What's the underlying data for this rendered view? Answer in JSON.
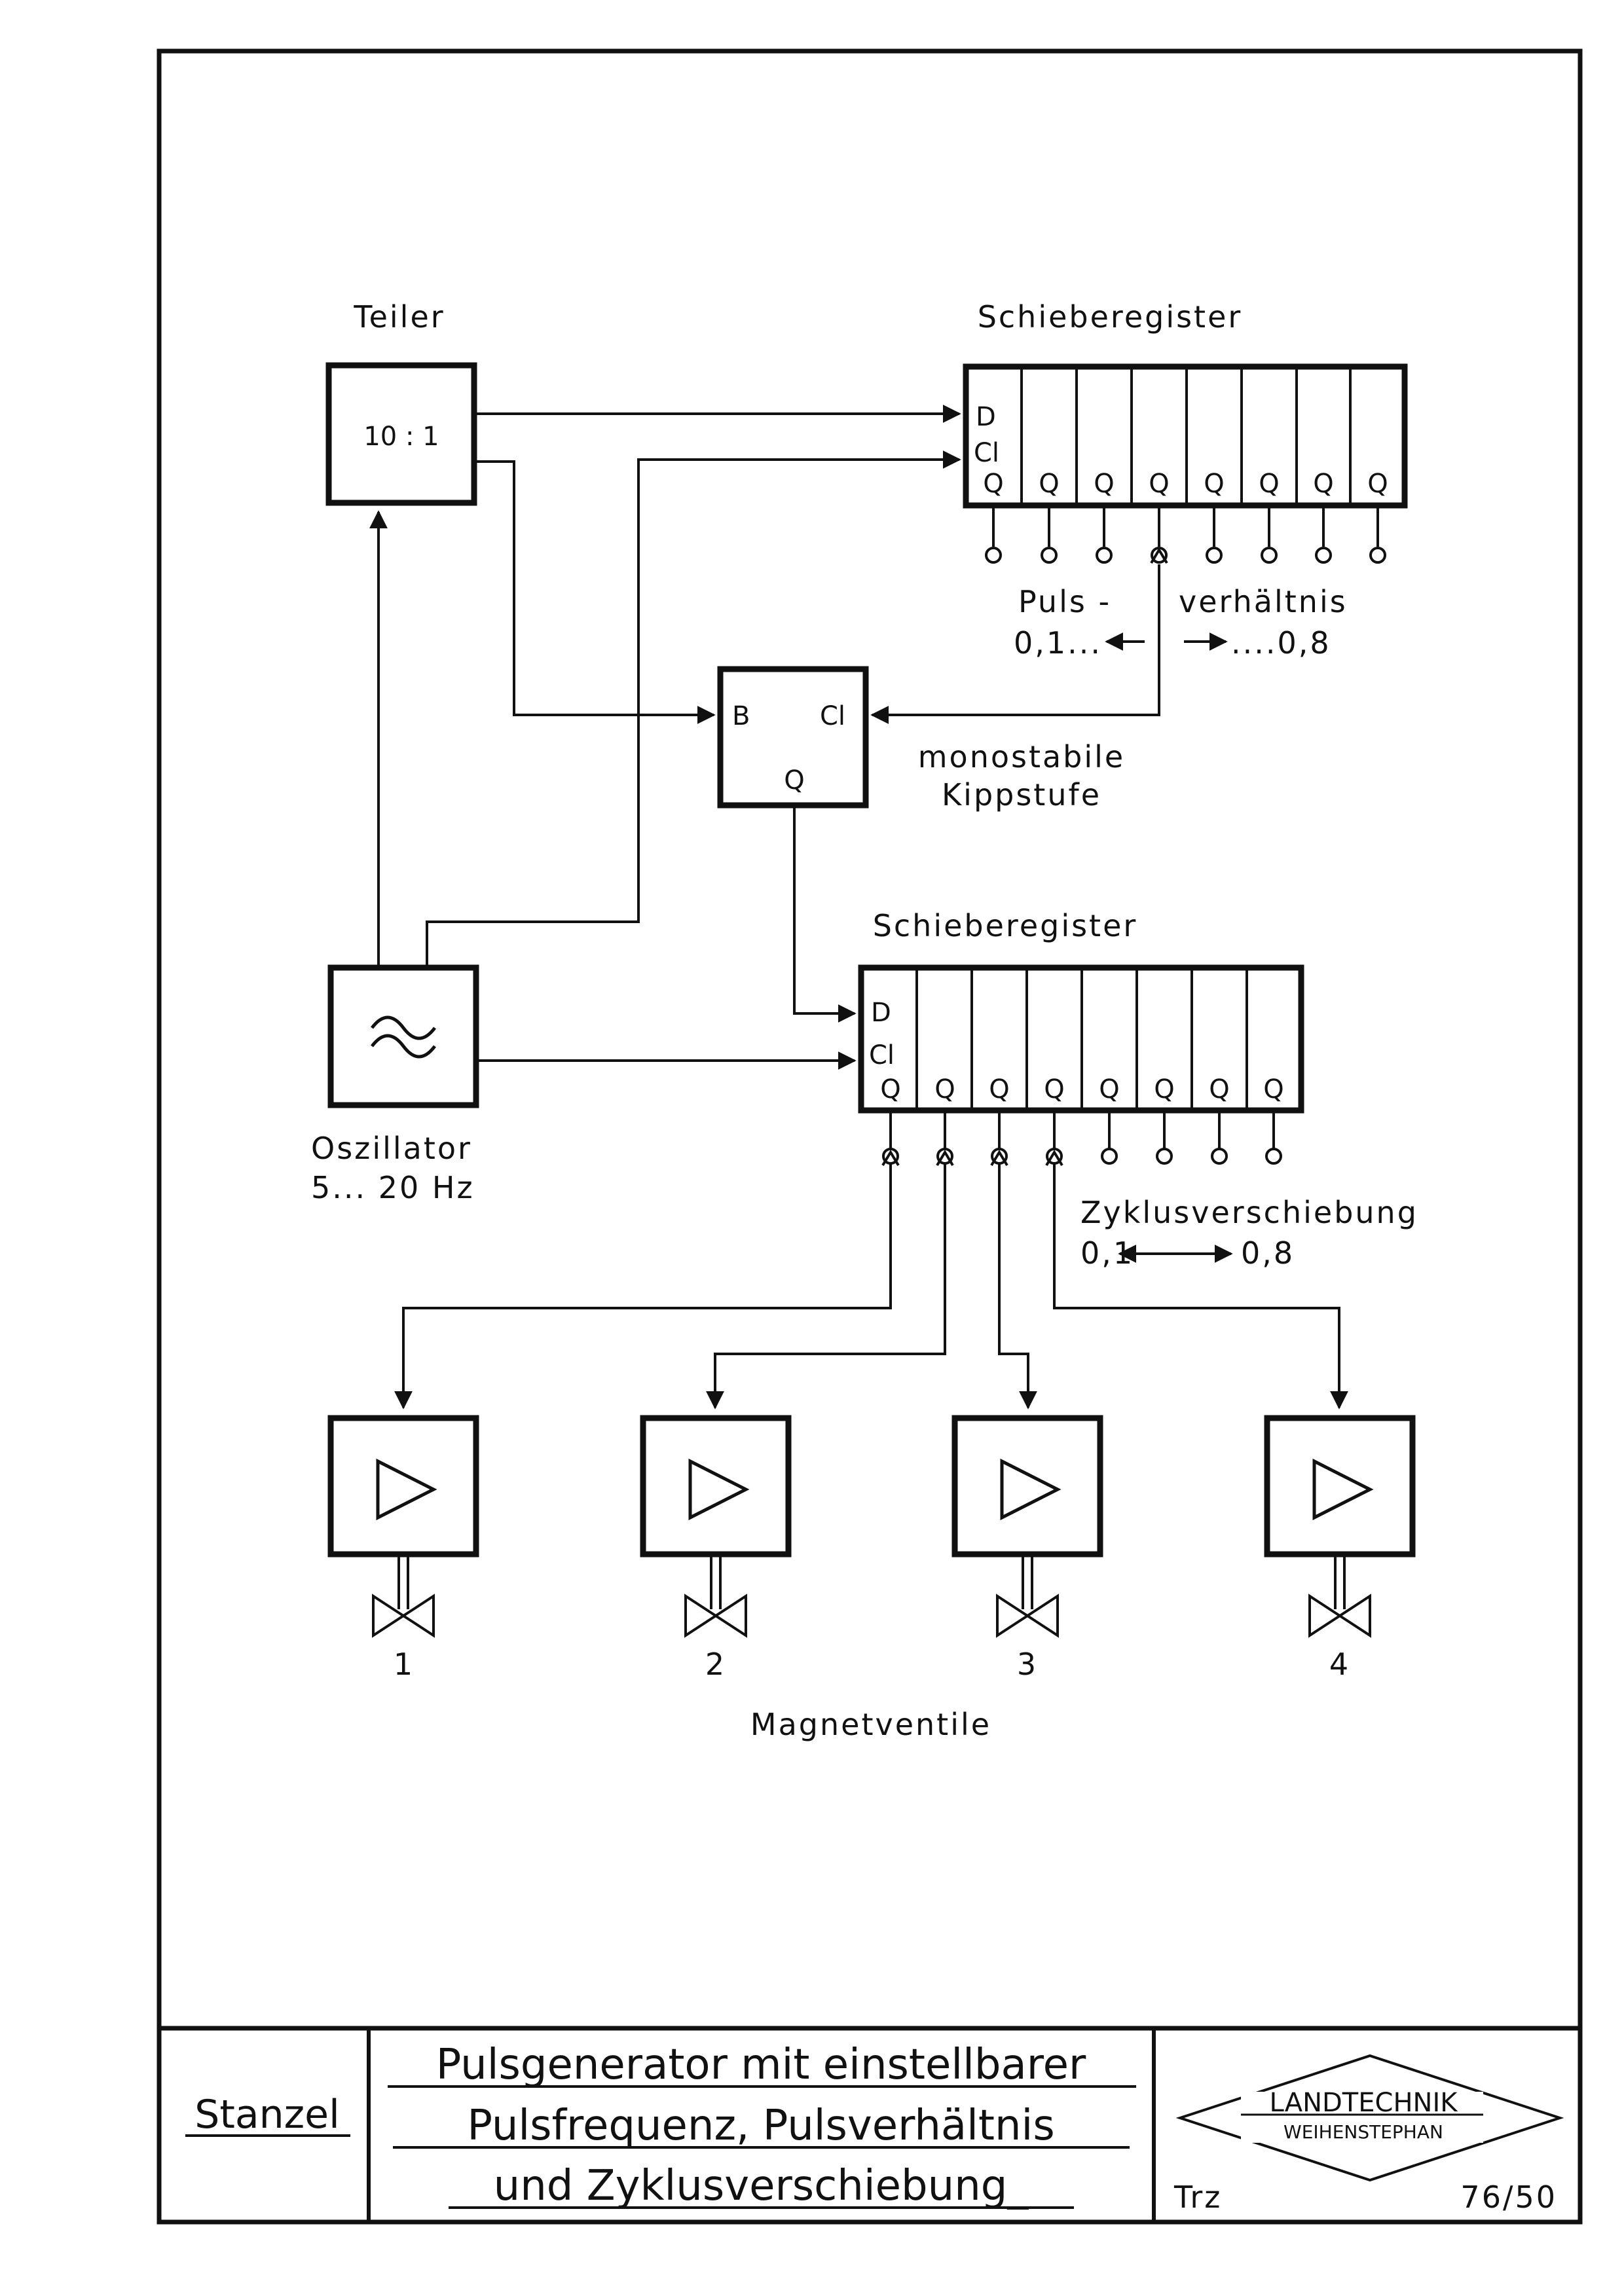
{
  "diagram": {
    "divider": {
      "label": "Teiler",
      "ratio": "10 : 1"
    },
    "shift_register_1": {
      "label": "Schieberegister",
      "pin_d": "D",
      "pin_cl": "Cl",
      "pin_q": "Q",
      "pulse_ratio_label_1": "Puls -",
      "pulse_ratio_label_2": "verhältnis",
      "pulse_ratio_min": "0,1...",
      "pulse_ratio_max": "....0,8"
    },
    "monoflop": {
      "label_line1": "monostabile",
      "label_line2": "Kippstufe",
      "pin_b": "B",
      "pin_cl": "Cl",
      "pin_q": "Q"
    },
    "oscillator": {
      "label": "Oszillator",
      "range": "5... 20 Hz",
      "symbol": "sine-wave-icon"
    },
    "shift_register_2": {
      "label": "Schieberegister",
      "pin_d": "D",
      "pin_cl": "Cl",
      "pin_q": "Q",
      "cycle_shift_label": "Zyklusverschiebung",
      "cycle_shift_min": "0,1",
      "cycle_shift_max": "0,8"
    },
    "valves": {
      "label": "Magnetventile",
      "numbers": [
        "1",
        "2",
        "3",
        "4"
      ]
    }
  },
  "title_block": {
    "author": "Stanzel",
    "title_line1": "Pulsgenerator mit einstellbarer",
    "title_line2": "Pulsfrequenz, Pulsverhältnis",
    "title_line3": "und Zyklusverschiebung_",
    "logo_line1": "LANDTECHNIK",
    "logo_line2": "WEIHENSTEPHAN",
    "drawn_by": "Trz",
    "drawing_number": "76/50"
  }
}
